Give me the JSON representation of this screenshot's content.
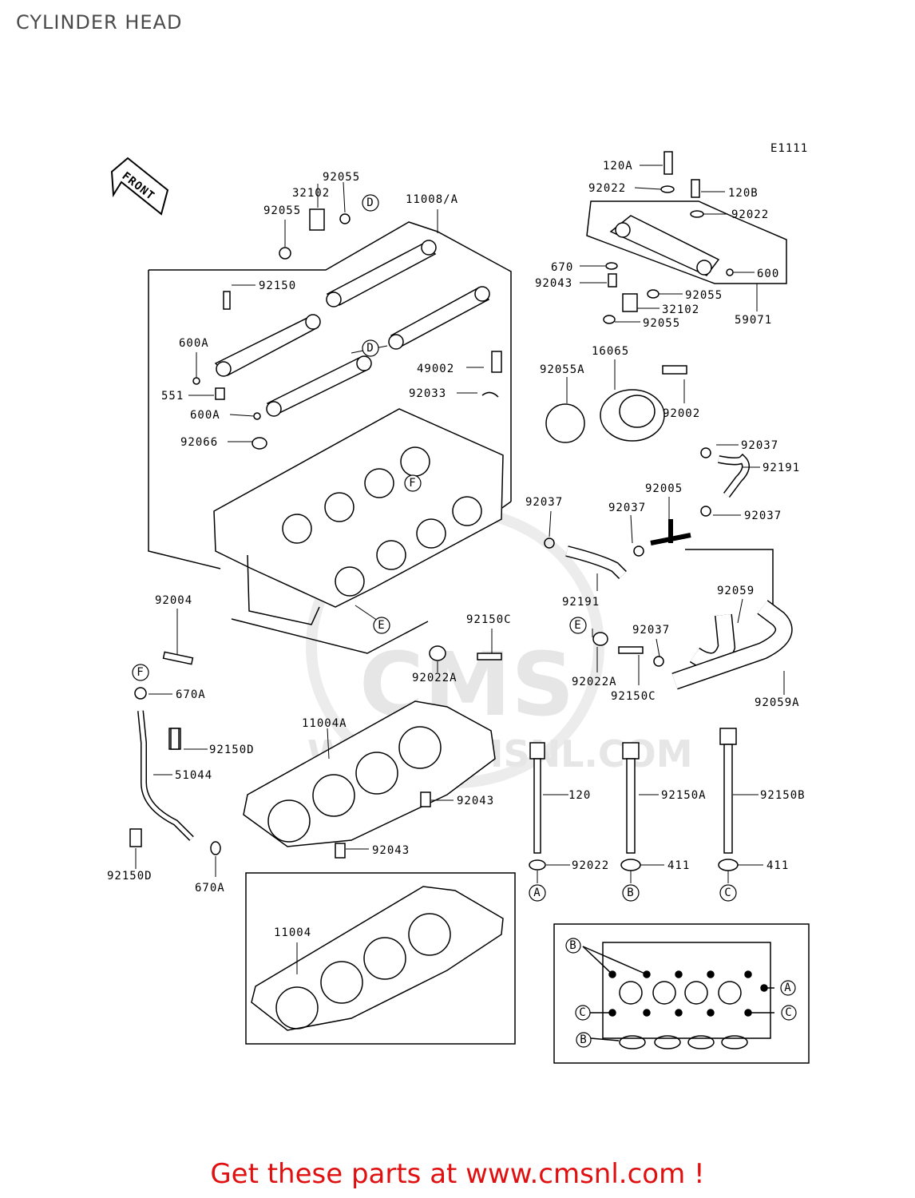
{
  "title": "CYLINDER HEAD",
  "diagram_code": "E1111",
  "front_arrow_label": "FRONT",
  "watermark": {
    "brand": "CMS",
    "site": "WWW.CMSNL.COM"
  },
  "footer": "Get these parts at www.cmsnl.com !",
  "callouts": {
    "p120A": "120A",
    "p92022_top": "92022",
    "p120B": "120B",
    "p92022_b": "92022",
    "p670": "670",
    "p600": "600",
    "p92043_top": "92043",
    "p92055_r1": "92055",
    "p32102_r": "32102",
    "p92055_r2": "92055",
    "p59071": "59071",
    "p92055_a": "92055",
    "p32102_l": "32102",
    "p92055_l": "92055",
    "p11008A": "11008/A",
    "p92150": "92150",
    "p600A_1": "600A",
    "p551": "551",
    "p600A_2": "600A",
    "p49002": "49002",
    "p92033": "92033",
    "p92066": "92066",
    "p16065": "16065",
    "p92055A": "92055A",
    "p92002": "92002",
    "p92037_1": "92037",
    "p92191_1": "92191",
    "p92005": "92005",
    "p92037_2": "92037",
    "p92037_3": "92037",
    "p92037_4": "92037",
    "p92191_2": "92191",
    "p92059": "92059",
    "p92004": "92004",
    "p92150C_1": "92150C",
    "p92022A_1": "92022A",
    "p92022A_2": "92022A",
    "p92037_5": "92037",
    "p92150C_2": "92150C",
    "p92059A": "92059A",
    "p670A_1": "670A",
    "p11004A": "11004A",
    "p92150D_1": "92150D",
    "p51044": "51044",
    "p92043_1": "92043",
    "p92043_2": "92043",
    "p92150D_2": "92150D",
    "p670A_2": "670A",
    "p120": "120",
    "p92150A": "92150A",
    "p92150B": "92150B",
    "p92022_bot": "92022",
    "p411_1": "411",
    "p411_2": "411",
    "p11004": "11004"
  },
  "reference_markers": {
    "D1": "D",
    "D2": "D",
    "F1": "F",
    "F2": "F",
    "E1": "E",
    "E2": "E",
    "A1": "A",
    "B1": "B",
    "C1": "C",
    "kB1": "B",
    "kC1": "C",
    "kB2": "B",
    "kA": "A",
    "kC2": "C"
  }
}
